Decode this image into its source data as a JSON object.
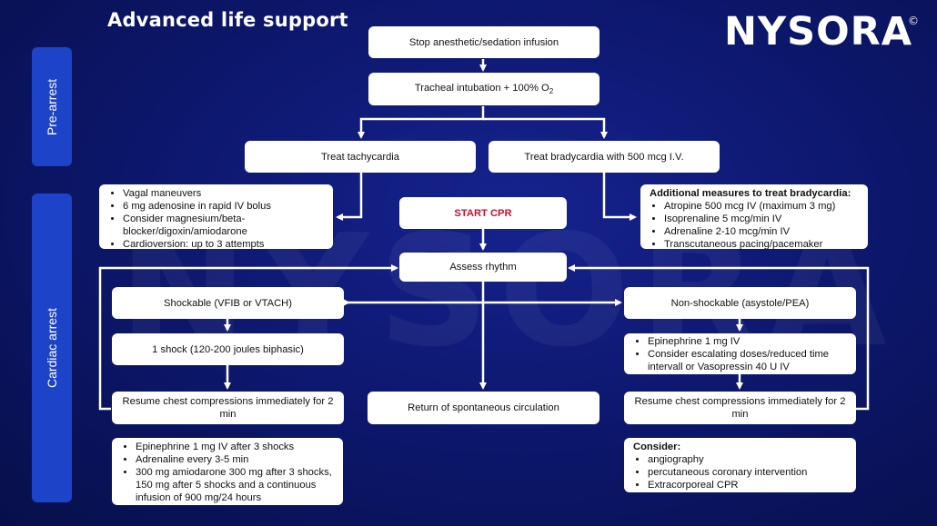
{
  "header": {
    "title": "Advanced life support",
    "brand": "NYSORA",
    "brand_mark": "©"
  },
  "sections": {
    "pre_arrest": "Pre-arrest",
    "cardiac_arrest": "Cardiac arrest"
  },
  "nodes": {
    "stop_infusion": "Stop anesthetic/sedation infusion",
    "intubation": "Tracheal intubation + 100% O",
    "intubation_sub": "2",
    "tachycardia": "Treat tachycardia",
    "bradycardia": "Treat bradycardia with 500 mcg I.V.",
    "start_cpr": "START CPR",
    "assess_rhythm": "Assess rhythm",
    "shockable": "Shockable (VFIB or VTACH)",
    "shock": "1 shock (120-200 joules biphasic)",
    "resume_left": "Resume chest compressions immediately for 2 min",
    "rosc": "Return of spontaneous circulation",
    "non_shockable": "Non-shockable (asystole/PEA)",
    "resume_right": "Resume chest compressions immediately for 2 min"
  },
  "lists": {
    "tachy_measures": [
      "Vagal maneuvers",
      "6 mg adenosine in rapid IV bolus",
      "Consider magnesium/beta-blocker/digoxin/amiodarone",
      "Cardioversion: up to 3 attempts"
    ],
    "brady_heading": "Additional measures to treat bradycardia:",
    "brady_measures": [
      "Atropine 500 mcg IV (maximum 3 mg)",
      "Isoprenaline 5 mcg/min IV",
      "Adrenaline 2-10 mcg/min IV",
      "Transcutaneous pacing/pacemaker"
    ],
    "non_shock_drugs": [
      "Epinephrine 1 mg IV",
      "Consider escalating doses/reduced time intervall or Vasopressin 40 U IV"
    ],
    "shock_drugs": [
      "Epinephrine 1 mg IV after 3 shocks",
      "Adrenaline every 3-5 min",
      "300 mg amiodarone 300 mg after 3 shocks, 150 mg after 5 shocks and a continuous infusion of 900 mg/24 hours"
    ],
    "consider_heading": "Consider:",
    "consider_items": [
      "angiography",
      "percutaneous coronary intervention",
      "Extracorporeal CPR"
    ]
  },
  "colors": {
    "background": "#0d1870",
    "side_panel": "#1d44c8",
    "box": "#ffffff",
    "cpr_text": "#c8102e"
  }
}
